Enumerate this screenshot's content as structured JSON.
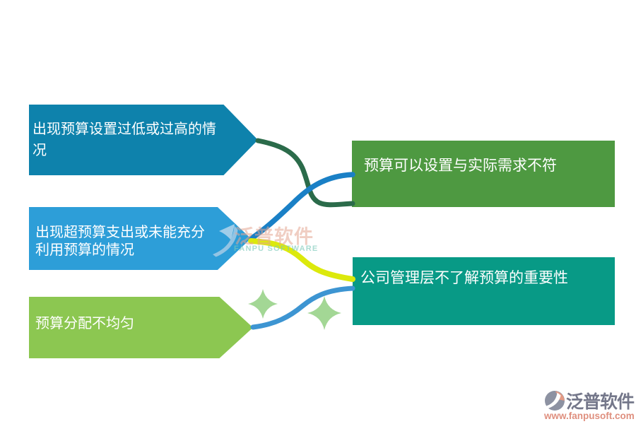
{
  "diagram": {
    "left_nodes": [
      {
        "id": "budget-set-too-low-or-high",
        "label": "出现预算设置过低或过高的情\n况",
        "color": "#0e82ac"
      },
      {
        "id": "over-budget-or-underused",
        "label": "出现超预算支出或未能充分\n利用预算的情况",
        "color": "#2d9ed8"
      },
      {
        "id": "uneven-allocation",
        "label": "预算分配不均匀",
        "color": "#8cc751"
      }
    ],
    "right_nodes": [
      {
        "id": "mismatch-actual-needs",
        "label": "预算可以设置与实际需求不符",
        "color": "#4e9941"
      },
      {
        "id": "management-unaware",
        "label": "公司管理层不了解预算的重要性",
        "color": "#089a86"
      }
    ],
    "connectors": [
      {
        "from": "budget-set-too-low-or-high",
        "to": "mismatch-actual-needs",
        "color": "#2b6b4a"
      },
      {
        "from": "over-budget-or-underused",
        "to": "mismatch-actual-needs",
        "color": "#1a80c6"
      },
      {
        "from": "over-budget-or-underused",
        "to": "management-unaware",
        "color": "#dce90c"
      },
      {
        "from": "uneven-allocation",
        "to": "management-unaware",
        "color": "#3d95d2"
      }
    ],
    "sparkle_color": "#a3d795"
  },
  "watermark": {
    "cn": "泛普软件",
    "en": "FANPU SOFTWARE"
  },
  "branding": {
    "company": "泛普软件",
    "website": "www.fanpusoft.com"
  }
}
